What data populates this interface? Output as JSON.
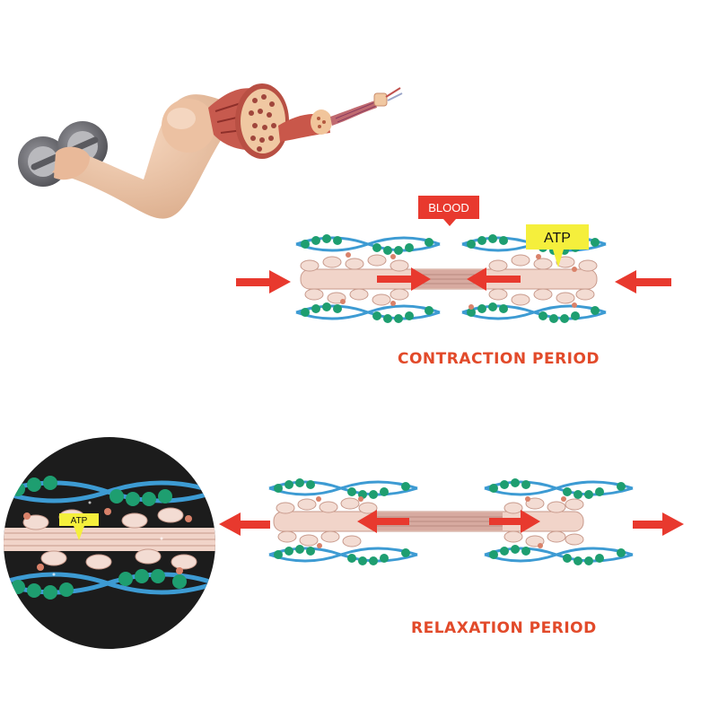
{
  "labels": {
    "blood": "BLOOD",
    "atp": "ATP",
    "inset_atp": "ATP",
    "contraction_title": "CONTRACTION PERIOD",
    "relaxation_title": "RELAXATION PERIOD"
  },
  "colors": {
    "accent_red": "#e8392e",
    "title_orange": "#e24a2a",
    "actin_blue": "#3d9bd3",
    "actin_green": "#1e9e70",
    "myosin_pink": "#f1d4c9",
    "myosin_outline": "#c89a8c",
    "atp_yellow": "#f5ef3c",
    "arm_skin": "#efc5a6",
    "dumbbell_gray": "#6e6e73",
    "inset_bg": "#1c1c1c"
  },
  "icons": {
    "illustration": "arm-with-dumbbell-icon",
    "arrows": "arrow-icon"
  }
}
